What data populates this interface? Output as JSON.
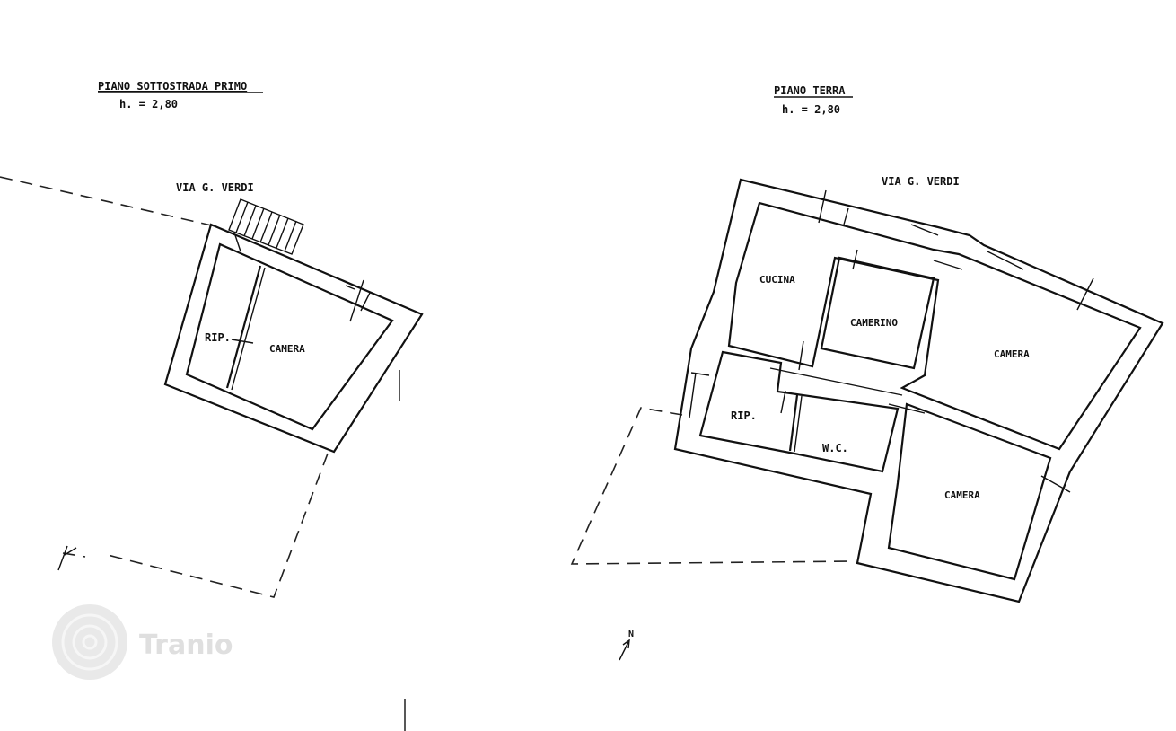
{
  "left_plan": {
    "title": "PIANO SOTTOSTRADA PRIMO",
    "height": "h. = 2,80",
    "street": "VIA G. VERDI",
    "rooms": {
      "rip": "RIP.",
      "camera": "CAMERA"
    }
  },
  "right_plan": {
    "title": "PIANO TERRA",
    "height": "h. = 2,80",
    "street": "VIA G. VERDI",
    "rooms": {
      "cucina": "CUCINA",
      "camerino": "CAMERINO",
      "camera_1": "CAMERA",
      "rip": "RIP.",
      "wc": "W.C.",
      "camera_2": "CAMERA"
    }
  },
  "north_marker": "N",
  "watermark": "Tranio"
}
